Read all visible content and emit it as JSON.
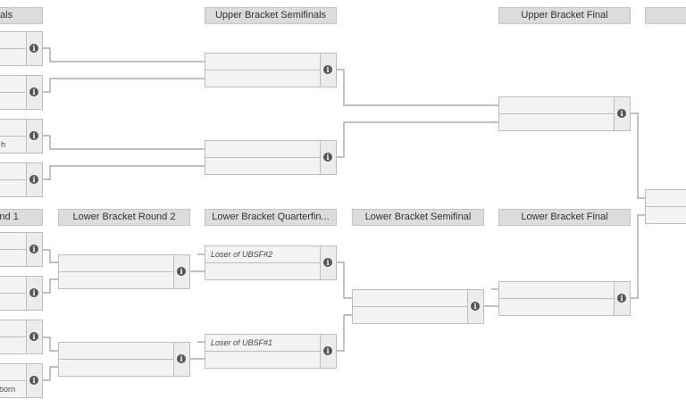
{
  "headers": {
    "ub_quarterfinals": "nals",
    "ub_semifinals": "Upper Bracket Semifinals",
    "ub_final": "Upper Bracket Final",
    "lb_round1": "ound 1",
    "lb_round2": "Lower Bracket Round 2",
    "lb_quarterfinal": "Lower Bracket Quarterfin...",
    "lb_semifinal": "Lower Bracket Semifinal",
    "lb_final": "Lower Bracket Final"
  },
  "matches": {
    "ubqf3_bot": "h",
    "lbr1_4_bot": "born",
    "lbqf1_top": "Loser of UBSF#2",
    "lbqf2_top": "Loser of UBSF#1"
  },
  "icons": {
    "info": "i"
  }
}
